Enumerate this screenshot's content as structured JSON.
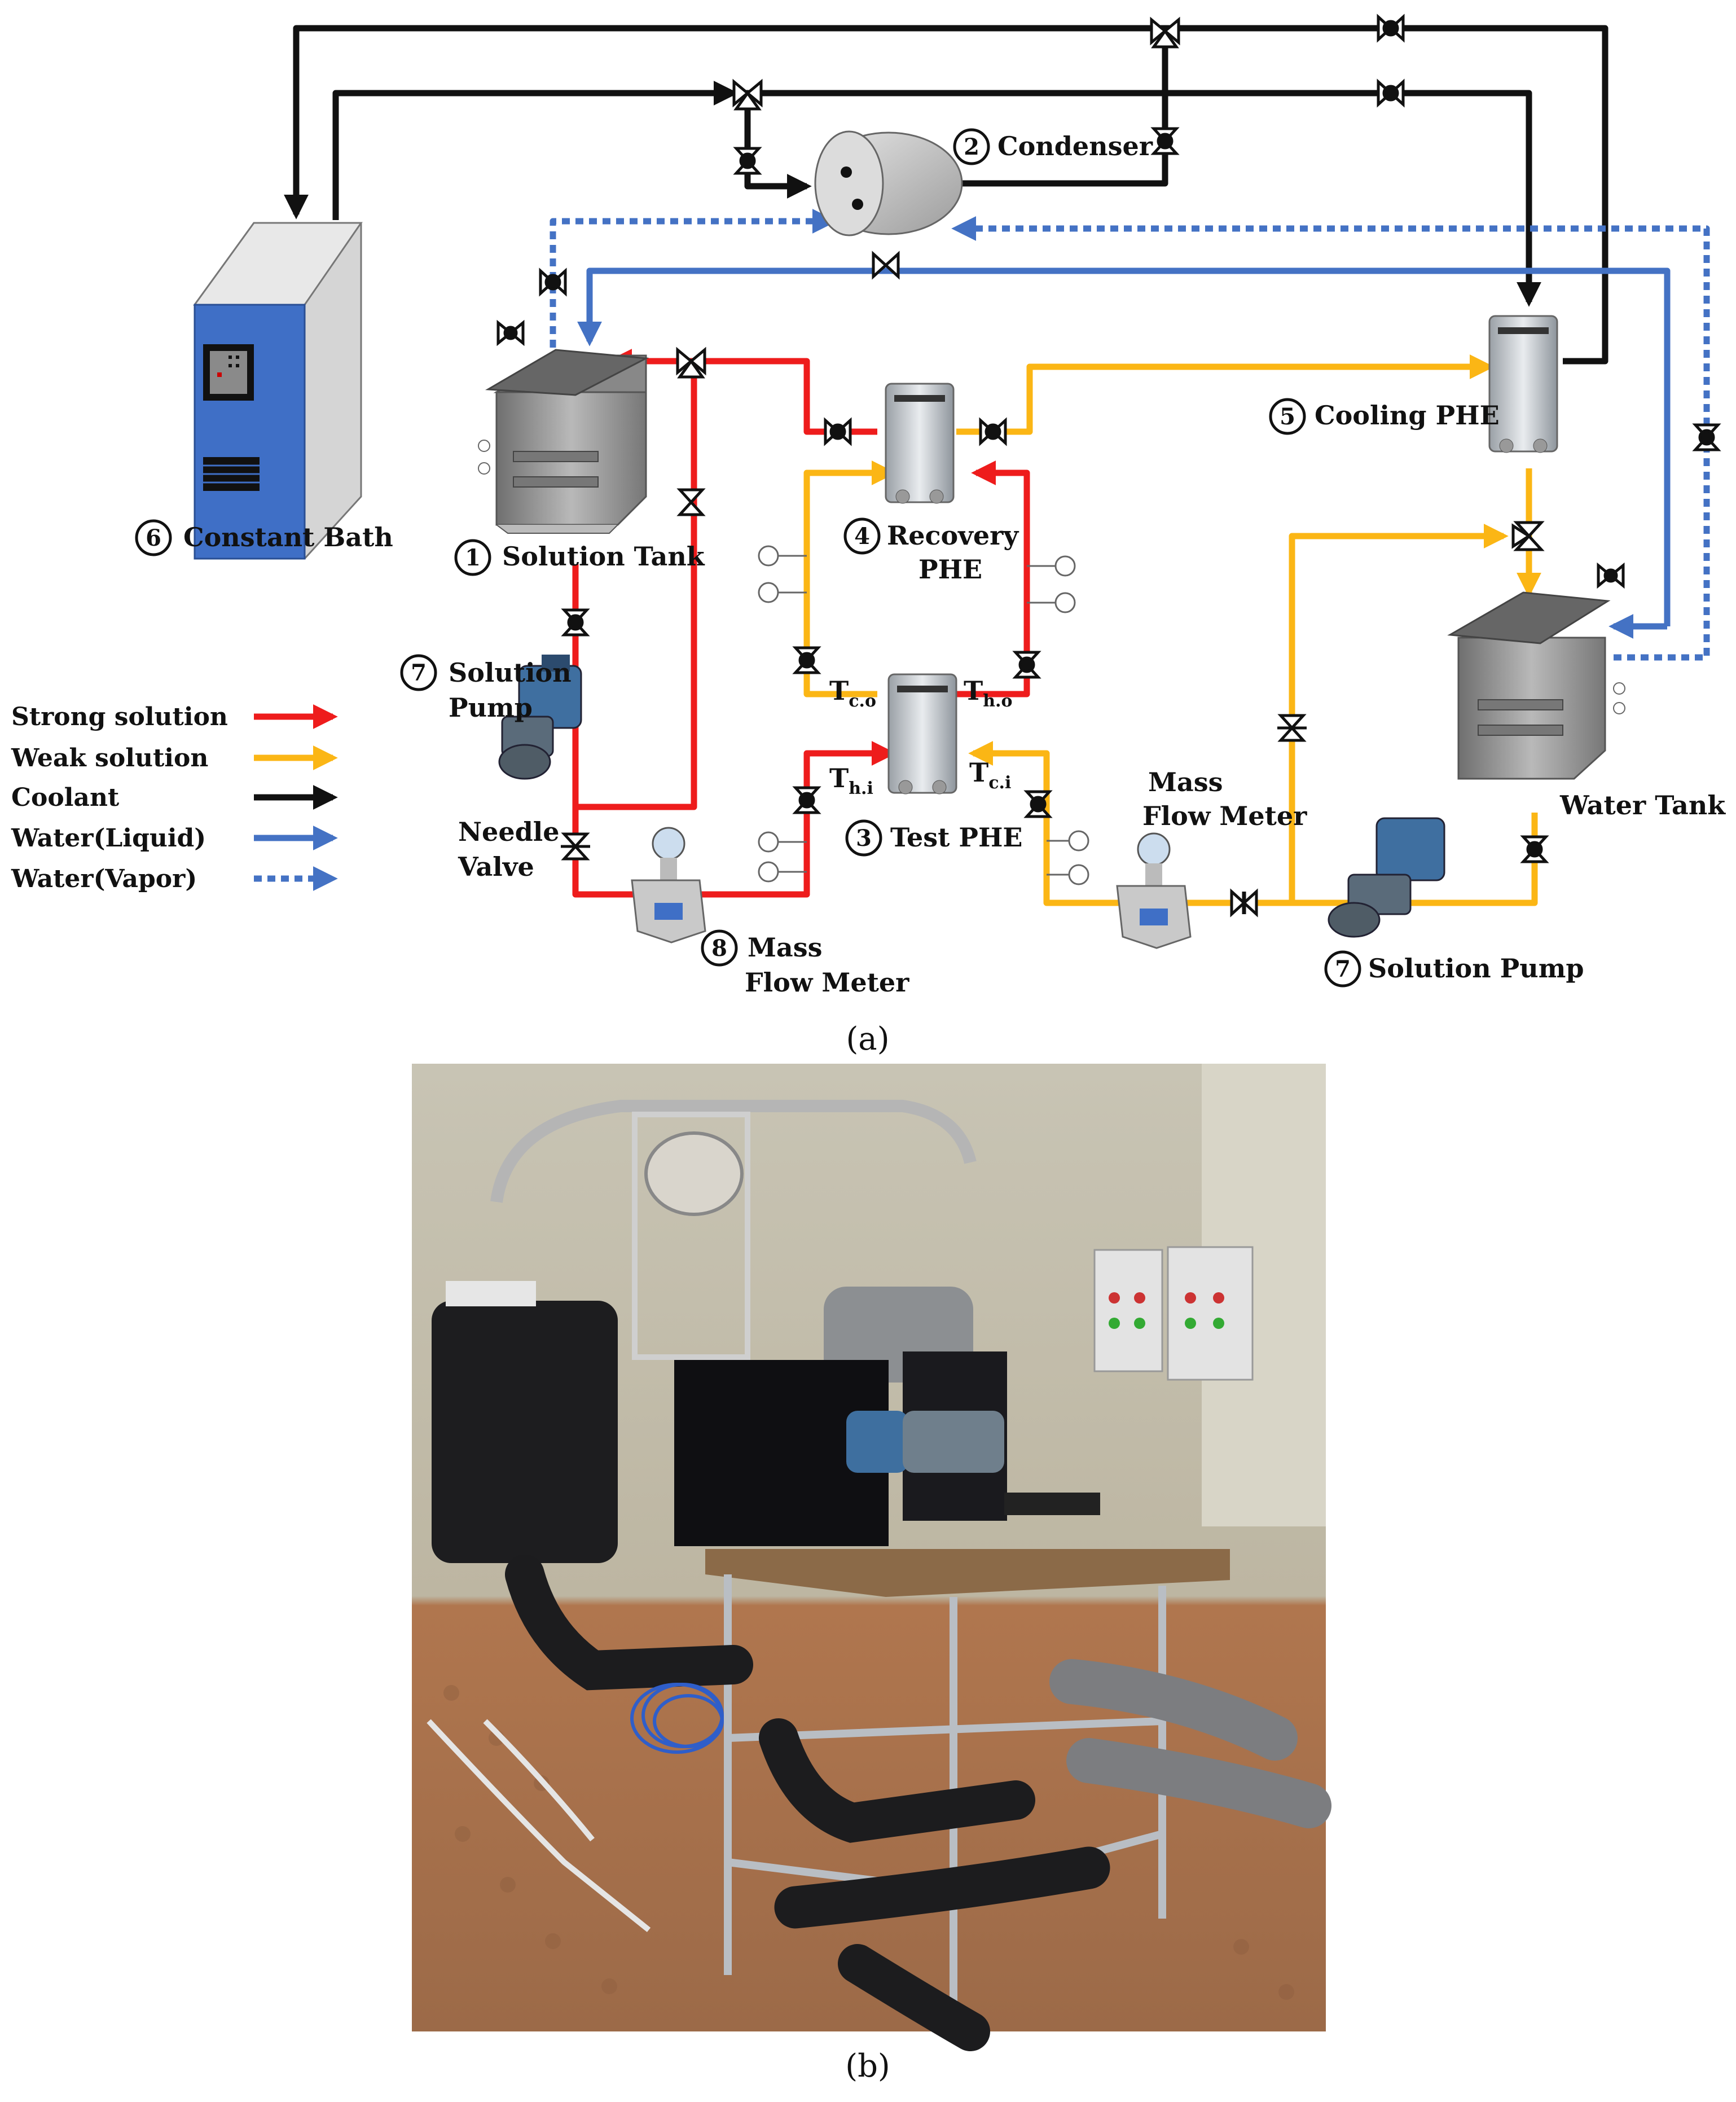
{
  "labels": {
    "constant_bath": "Constant Bath",
    "condenser": "Condenser",
    "solution_tank": "Solution Tank",
    "recovery_phe_1": "Recovery",
    "recovery_phe_2": "PHE",
    "cooling_phe": "Cooling PHE",
    "solution_pump_left_1": "Solution",
    "solution_pump_left_2": "Pump",
    "solution_pump_right": "Solution Pump",
    "test_phe": "Test PHE",
    "water_tank": "Water Tank",
    "needle_valve_1": "Needle",
    "needle_valve_2": "Valve",
    "mass_flow_meter_left_1": "Mass",
    "mass_flow_meter_left_2": "Flow Meter",
    "mass_flow_meter_right_1": "Mass",
    "mass_flow_meter_right_2": "Flow Meter",
    "t_co": "T",
    "t_co_sub": "c.o",
    "t_ho": "T",
    "t_ho_sub": "h.o",
    "t_hi": "T",
    "t_hi_sub": "h.i",
    "t_ci": "T",
    "t_ci_sub": "c.i"
  },
  "markers": {
    "n1": "1",
    "n2": "2",
    "n3": "3",
    "n4": "4",
    "n5": "5",
    "n6": "6",
    "n7a": "7",
    "n7b": "7",
    "n8": "8"
  },
  "legend": [
    {
      "label": "Strong solution",
      "color": "#ee1c1c",
      "style": "solid"
    },
    {
      "label": "Weak solution",
      "color": "#fbb615",
      "style": "solid"
    },
    {
      "label": "Coolant",
      "color": "#111111",
      "style": "solid"
    },
    {
      "label": "Water(Liquid)",
      "color": "#4472c4",
      "style": "solid"
    },
    {
      "label": "Water(Vapor)",
      "color": "#4472c4",
      "style": "dotted"
    }
  ],
  "captions": {
    "a": "(a)",
    "b": "(b)"
  },
  "colors": {
    "strong": "#ee1c1c",
    "weak": "#fbb615",
    "coolant": "#111111",
    "water": "#4472c4",
    "bath_blue": "#3f6fc6"
  }
}
